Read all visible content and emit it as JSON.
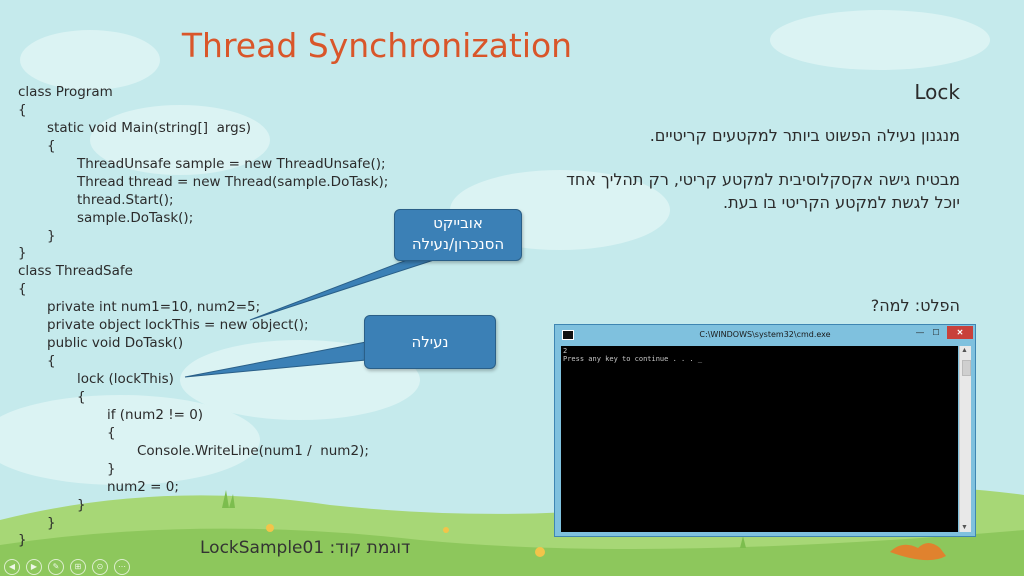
{
  "slide": {
    "title": "Thread Synchronization",
    "code_lines": [
      {
        "indent": 0,
        "text": "class Program"
      },
      {
        "indent": 0,
        "text": "{"
      },
      {
        "indent": 1,
        "text": "static void Main(string[]  args)"
      },
      {
        "indent": 1,
        "text": "{"
      },
      {
        "indent": 2,
        "text": "ThreadUnsafe sample = new ThreadUnsafe();"
      },
      {
        "indent": 2,
        "text": "Thread thread = new Thread(sample.DoTask);"
      },
      {
        "indent": 2,
        "text": "thread.Start();"
      },
      {
        "indent": 2,
        "text": "sample.DoTask();"
      },
      {
        "indent": 1,
        "text": "}"
      },
      {
        "indent": 0,
        "text": "}"
      },
      {
        "indent": 0,
        "text": "class ThreadSafe"
      },
      {
        "indent": 0,
        "text": "{"
      },
      {
        "indent": 1,
        "text": "private int num1=10, num2=5;"
      },
      {
        "indent": 1,
        "text": "private object lockThis = new object();"
      },
      {
        "indent": 1,
        "text": "public void DoTask()"
      },
      {
        "indent": 1,
        "text": "{"
      },
      {
        "indent": 2,
        "text": "lock (lockThis)"
      },
      {
        "indent": 2,
        "text": "{"
      },
      {
        "indent": 3,
        "text": "if (num2 != 0)"
      },
      {
        "indent": 3,
        "text": "{"
      },
      {
        "indent": 4,
        "text": "Console.WriteLine(num1 /  num2);"
      },
      {
        "indent": 3,
        "text": "}"
      },
      {
        "indent": 3,
        "text": "num2 = 0;"
      },
      {
        "indent": 2,
        "text": "}"
      },
      {
        "indent": 1,
        "text": "}"
      },
      {
        "indent": 0,
        "text": "}"
      }
    ],
    "callouts": {
      "sync_object_line1": "אובייקט",
      "sync_object_line2": "הסנכרון/נעילה",
      "lock": "נעילה"
    },
    "right_panel": {
      "heading": "Lock",
      "para1": "מנגנון נעילה הפשוט ביותר למקטעים קריטיים.",
      "para2": "מבטיח גישה אקסקלוסיבית למקטע קריטי, רק תהליך אחד יוכל לגשת למקטע הקריטי בו בעת.",
      "output_label": "הפלט: למה?"
    },
    "footer": "דוגמת קוד: LockSample01",
    "console": {
      "title": "C:\\WINDOWS\\system32\\cmd.exe",
      "min": "—",
      "max": "☐",
      "close": "✕",
      "line1": "2",
      "line2": "Press any key to continue . . . _"
    },
    "nav_icons": [
      "◀",
      "▶",
      "✎",
      "⊞",
      "⊙",
      "⋯"
    ]
  },
  "colors": {
    "title": "#d9562a",
    "callout_fill": "#3b80b6",
    "sky": "#c5eaec",
    "grass": "#9dd06a"
  }
}
